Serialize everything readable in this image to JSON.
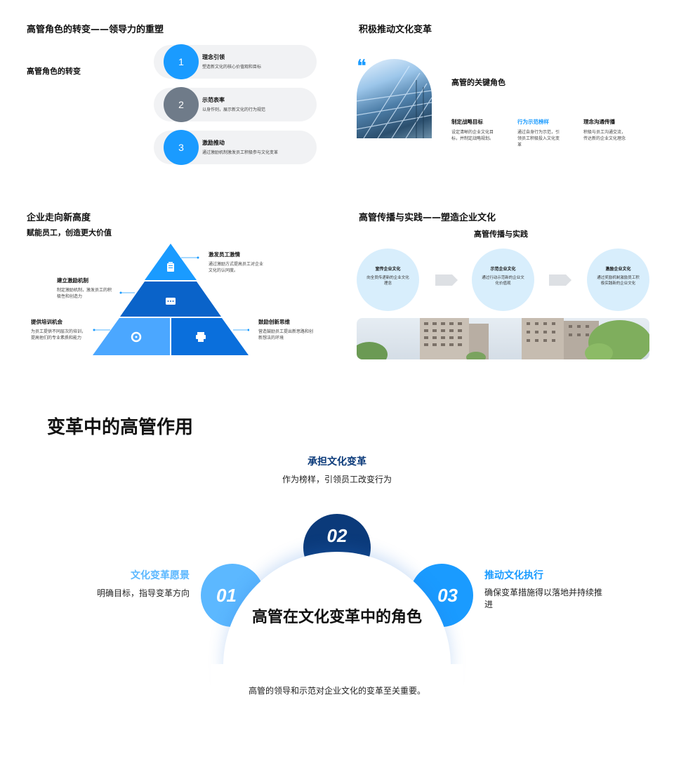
{
  "panel1": {
    "title": "高管角色的转变——领导力的重塑",
    "subtitle": "高管角色的转变",
    "items": [
      {
        "num": "1",
        "title": "理念引领",
        "desc": "塑造新文化的核心价值观和目标",
        "color": "#1a9bff"
      },
      {
        "num": "2",
        "title": "示范表率",
        "desc": "以身作则，展示新文化的行为规范",
        "color": "#6f7b89"
      },
      {
        "num": "3",
        "title": "激励推动",
        "desc": "通过激励机制激发员工积极参与文化变革",
        "color": "#1a9bff"
      }
    ]
  },
  "panel2": {
    "title": "积极推动文化变革",
    "quote_mark": "❝",
    "heading": "高管的关键角色",
    "roles": [
      {
        "title": "制定战略目标",
        "desc": "设定清晰的企业文化目标，并制定战略规划。",
        "color": "#111111"
      },
      {
        "title": "行为示范榜样",
        "desc": "通过自身行为示范，引领员工积极投入文化变革",
        "color": "#1a9bff"
      },
      {
        "title": "理念沟通传播",
        "desc": "积极与员工沟通交流，传达新的企业文化理念",
        "color": "#111111"
      }
    ]
  },
  "panel3": {
    "title": "企业走向新高度",
    "subtitle": "赋能员工，创造更大价值",
    "items": [
      {
        "title": "激发员工激情",
        "desc": "通过激励方式提高员工对企业文化的认同度。",
        "icon": "clipboard-icon"
      },
      {
        "title": "建立激励机制",
        "desc": "制定激励机制，激发员工的积极性和创造力",
        "icon": "chat-icon"
      },
      {
        "title": "提供培训机会",
        "desc": "为员工提供不同层次的培训，提高他们的专业素质和能力",
        "icon": "target-icon"
      },
      {
        "title": "鼓励创新思维",
        "desc": "营造鼓励员工提出新思路和创新想法的环境",
        "icon": "printer-icon"
      }
    ]
  },
  "panel4": {
    "title": "高管传播与实践——塑造企业文化",
    "subtitle": "高管传播与实践",
    "steps": [
      {
        "title": "宣传企业文化",
        "desc": "向全员传递新的企业文化理念"
      },
      {
        "title": "示范企业文化",
        "desc": "通过行动示范新的企业文化价值观"
      },
      {
        "title": "激励企业文化",
        "desc": "通过奖励机制激励员工积极实践新的企业文化"
      }
    ]
  },
  "bottom": {
    "title": "变革中的高管作用",
    "center_text": "高管在文化变革中的角色",
    "footer": "高管的领导和示范对企业文化的变革至关重要。",
    "items": [
      {
        "num": "01",
        "title": "文化变革愿景",
        "desc": "明确目标，指导变革方向",
        "color": "#5cb8ff"
      },
      {
        "num": "02",
        "title": "承担文化变革",
        "desc": "作为榜样，引领员工改变行为",
        "color": "#0b3a7a"
      },
      {
        "num": "03",
        "title": "推动文化执行",
        "desc": "确保变革措施得以落地并持续推进",
        "color": "#1a9bff"
      }
    ]
  }
}
